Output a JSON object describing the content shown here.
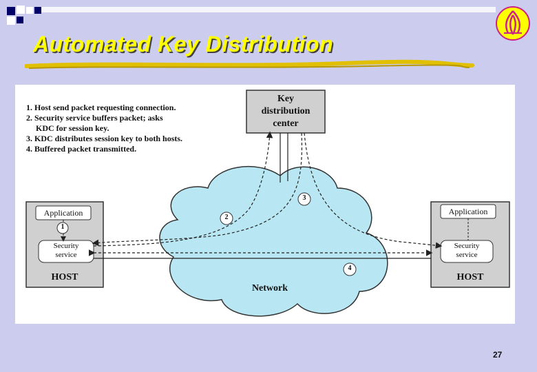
{
  "slide": {
    "title": "Automated Key Distribution",
    "page_number": "27"
  },
  "colors": {
    "background": "#ccccee",
    "title": "#ffff00",
    "navy_square": "#000066",
    "light_square": "#ffffff",
    "network_cloud": "#b8e6f2",
    "host_box": "#d0d0d0",
    "kdc_box": "#d0d0d0"
  },
  "diagram": {
    "steps": [
      "1. Host send packet requesting connection.",
      "2. Security service buffers packet; asks",
      "KDC for session key.",
      "3. KDC distributes session key to both hosts.",
      "4. Buffered packet transmitted."
    ],
    "kdc": {
      "line1": "Key",
      "line2": "distribution",
      "line3": "center"
    },
    "left_host": {
      "application": "Application",
      "security_line1": "Security",
      "security_line2": "service",
      "host": "HOST"
    },
    "right_host": {
      "application": "Application",
      "security_line1": "Security",
      "security_line2": "service",
      "host": "HOST"
    },
    "network_label": "Network",
    "markers": [
      "1",
      "2",
      "3",
      "4"
    ]
  }
}
